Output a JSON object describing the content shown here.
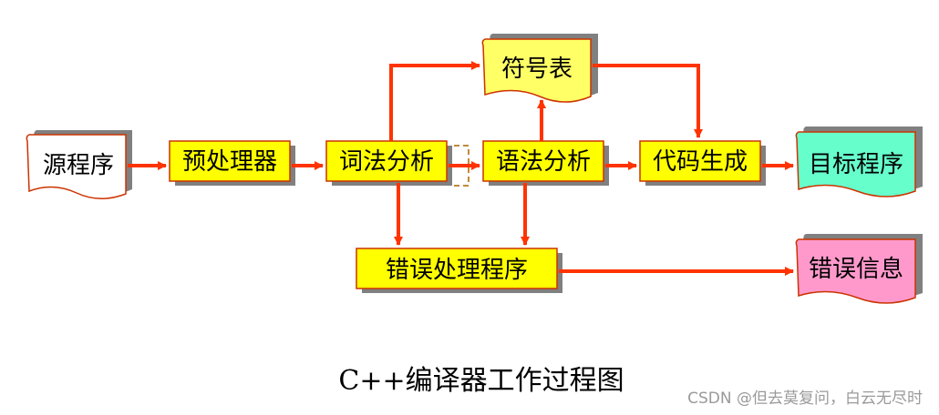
{
  "diagram": {
    "nodes": {
      "source": "源程序",
      "preprocessor": "预处理器",
      "lexer": "词法分析",
      "symbol_table": "符号表",
      "parser": "语法分析",
      "codegen": "代码生成",
      "target": "目标程序",
      "error_handler": "错误处理程序",
      "error_info": "错误信息"
    },
    "caption": "C++编译器工作过程图"
  },
  "watermark": "CSDN @但去莫复问，白云无尽时",
  "colors": {
    "arrow": "#ff3300",
    "box_fill": "#ffff00",
    "box_border": "#cc3300",
    "shadow": "#808080",
    "doc_source_fill": "#ffffff",
    "doc_symbol_fill": "#ffff66",
    "doc_target_fill": "#66ffcc",
    "doc_error_fill": "#ff99cc"
  }
}
